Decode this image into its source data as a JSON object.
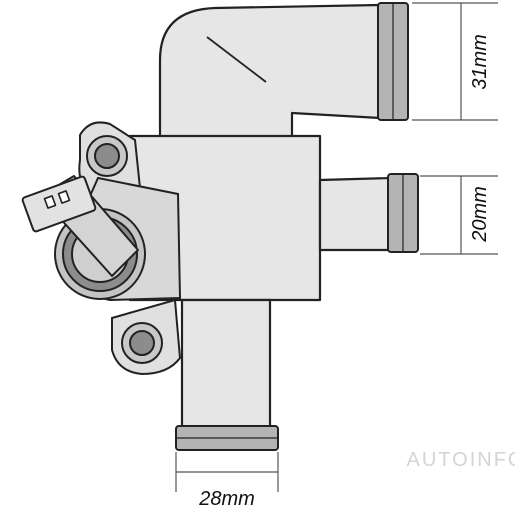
{
  "dimensions": {
    "upper_outlet": "31mm",
    "side_outlet": "20mm",
    "bottom_inlet": "28mm"
  },
  "watermark": "AUTOINFO",
  "colors": {
    "body_fill": "#e6e6e6",
    "outline": "#222222",
    "pipe_end_fill": "#b4b4b4",
    "boss_fill": "#8c8c8c",
    "sensor_fill": "#cfcfcf"
  }
}
